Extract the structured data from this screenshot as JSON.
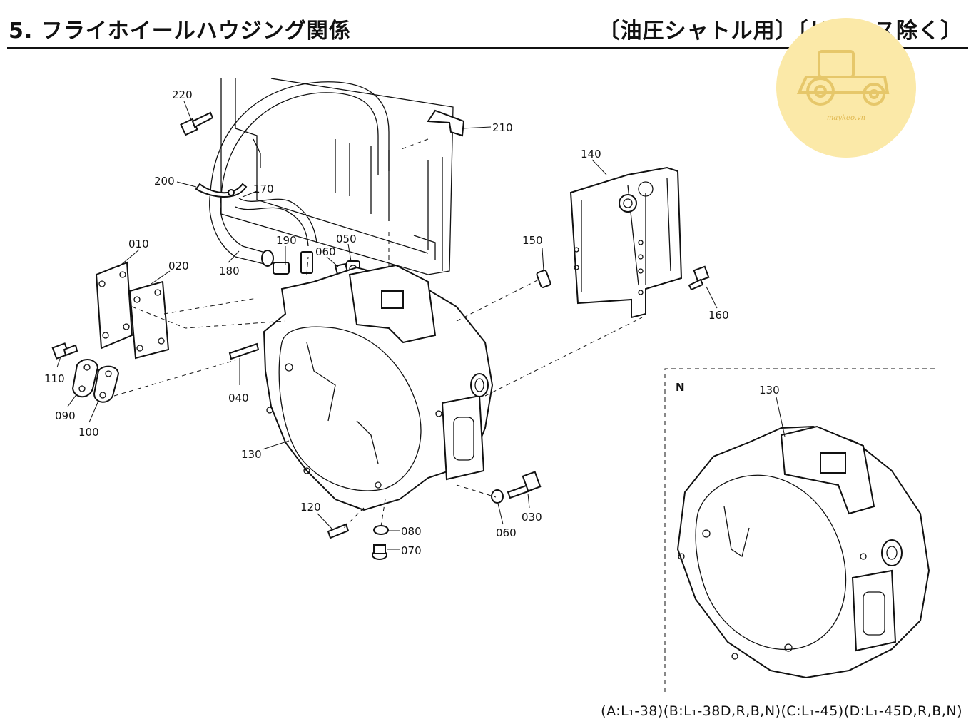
{
  "header": {
    "title": "5. フライホイールハウジング関係",
    "qualifier": "〔油圧シャトル用〕〔リバース除く〕"
  },
  "watermark": {
    "text": "maykeo.vn",
    "color": "#fbe9a8"
  },
  "parts": {
    "p010": "010",
    "p020": "020",
    "p030": "030",
    "p040": "040",
    "p050": "050",
    "p060a": "060",
    "p060b": "060",
    "p070": "070",
    "p080": "080",
    "p090": "090",
    "p100": "100",
    "p110": "110",
    "p120": "120",
    "p130": "130",
    "p130n": "130",
    "p140": "140",
    "p150": "150",
    "p160": "160",
    "p170": "170",
    "p180": "180",
    "p190": "190",
    "p200": "200",
    "p210": "210",
    "p220": "220"
  },
  "inset": {
    "label": "N"
  },
  "footer": {
    "models": "(A:L₁-38)(B:L₁-38D,R,B,N)(C:L₁-45)(D:L₁-45D,R,B,N)"
  }
}
